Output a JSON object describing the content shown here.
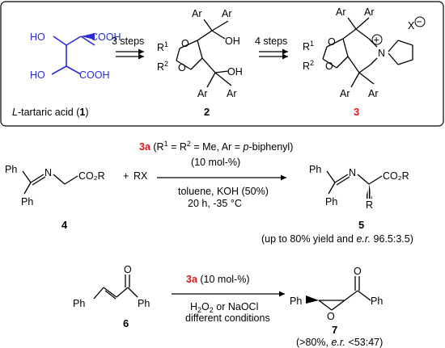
{
  "top_panel": {
    "tartaric": {
      "ho_top": "HO",
      "cooh_top": "COOH",
      "ho_bottom": "HO",
      "cooh_bottom": "COOH",
      "caption_italic": "L",
      "caption_rest": "-tartaric acid (",
      "caption_number": "1",
      "caption_close": ")"
    },
    "arrow1_label": "3 steps",
    "arrow2_label": "4 steps",
    "compound2": {
      "ar_1": "Ar",
      "ar_2": "Ar",
      "ar_3": "Ar",
      "ar_4": "Ar",
      "oh_top": "OH",
      "oh_bottom": "OH",
      "r1": "R",
      "r1_sup": "1",
      "r2": "R",
      "r2_sup": "2",
      "o_top": "O",
      "o_bottom": "O",
      "number": "2"
    },
    "compound3": {
      "ar_1": "Ar",
      "ar_2": "Ar",
      "ar_3": "Ar",
      "ar_4": "Ar",
      "r1": "R",
      "r1_sup": "1",
      "r2": "R",
      "r2_sup": "2",
      "o_top": "O",
      "o_bottom": "O",
      "n": "N",
      "plus": "+",
      "x": "X",
      "minus": "−",
      "number": "3"
    }
  },
  "reaction1": {
    "catalyst_id": "3a",
    "catalyst_r_open": " (R",
    "r1_sup": "1",
    "eq": " = R",
    "r2_sup": "2",
    "rest_a": " = Me, Ar = ",
    "rest_italic": "p",
    "rest_b": "-biphenyl)",
    "loading": "(10 mol-%)",
    "cond1": "toluene, KOH (50%)",
    "cond2": "20 h, -35 °C",
    "sm_ph_top": "Ph",
    "sm_ph_bottom": "Ph",
    "sm_n": "N",
    "sm_co2r": "CO₂R",
    "plus": "+",
    "rx": "RX",
    "sm_number": "4",
    "prod_ph_top": "Ph",
    "prod_ph_bottom": "Ph",
    "prod_n": "N",
    "prod_co2r": "CO₂R",
    "prod_r": "R",
    "prod_number": "5",
    "yield_a": "(up to 80% yield and ",
    "yield_italic": "e.r.",
    "yield_b": " 96.5:3.5)"
  },
  "reaction2": {
    "catalyst_id": "3a",
    "loading": " (10 mol-%)",
    "cond_h": "H",
    "cond_sub2": "2",
    "cond_o": "O",
    "cond_sub2b": "2",
    "cond_rest": " or NaOCl",
    "cond_line2": "different conditions",
    "sm_ph_left": "Ph",
    "sm_ph_right": "Ph",
    "sm_o": "O",
    "sm_number": "6",
    "prod_ph_left": "Ph",
    "prod_ph_right": "Ph",
    "prod_o_carbonyl": "O",
    "prod_o_epoxide": "O",
    "prod_number": "7",
    "yield_a": "(>80%, ",
    "yield_italic": "e.r.",
    "yield_b": " <53:47)"
  },
  "colors": {
    "blue": "#2b2bd8",
    "red": "#e0141e",
    "black": "#000000",
    "frame": "#000000"
  }
}
